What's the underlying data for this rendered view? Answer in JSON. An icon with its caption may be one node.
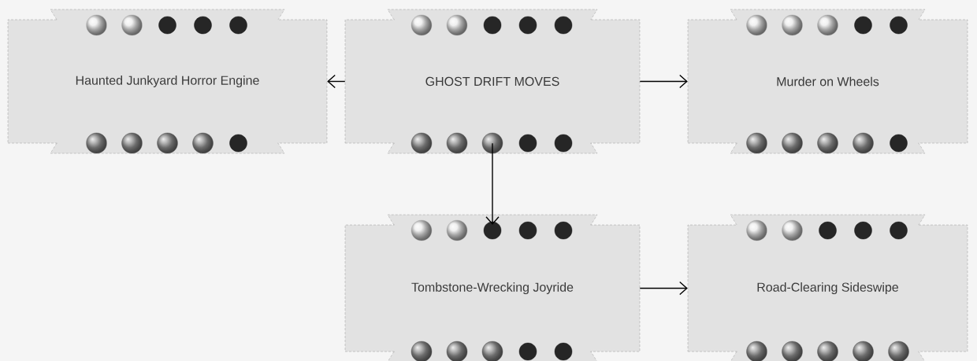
{
  "diagram": {
    "nodes": [
      {
        "text": [
          "Haunted Junkyard Horror Engine"
        ]
      },
      {
        "text": [
          "GHOST DRIFT MOVES"
        ]
      },
      {
        "text": [
          "Murder on Wheels"
        ]
      },
      {
        "text": [
          "Tombstone-Wrecking Joyride"
        ]
      },
      {
        "text": [
          "Road-Clearing Sideswipe"
        ]
      }
    ],
    "edges": [
      {
        "from": 1,
        "to": 0,
        "arrow": "to"
      },
      {
        "from": 1,
        "to": 2,
        "arrow": "to"
      },
      {
        "from": 1,
        "to": 3,
        "arrow": "to"
      },
      {
        "from": 3,
        "to": 4,
        "arrow": "to"
      }
    ]
  }
}
